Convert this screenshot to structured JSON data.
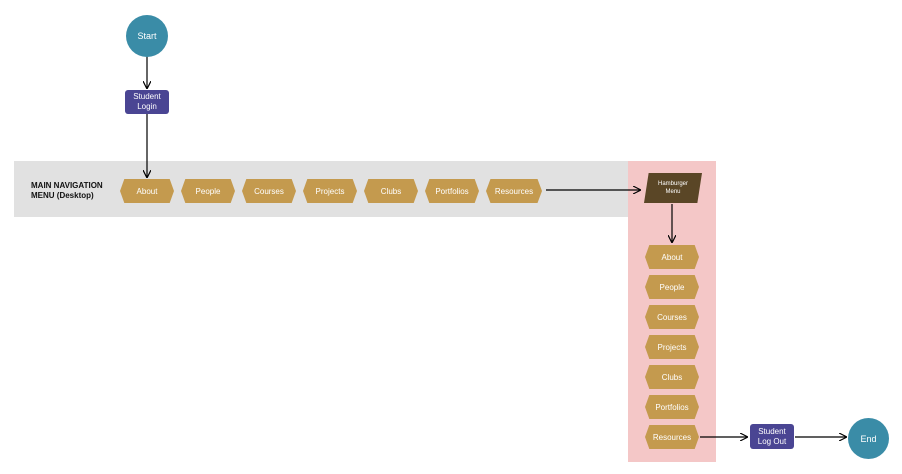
{
  "start_label": "Start",
  "end_label": "End",
  "login_label": "Student\nLogin",
  "logout_label": "Student\nLog Out",
  "nav_title": "MAIN NAVIGATION\nMENU (Desktop)",
  "hamburger_label": "Hamburger\nMenu",
  "desktop_items": [
    "About",
    "People",
    "Courses",
    "Projects",
    "Clubs",
    "Portfolios",
    "Resources"
  ],
  "mobile_items": [
    "About",
    "People",
    "Courses",
    "Projects",
    "Clubs",
    "Portfolios",
    "Resources"
  ],
  "colors": {
    "terminal": "#3a8ca7",
    "process": "#4a4593",
    "menu_item": "#c49a4e",
    "hamburger": "#5a4626",
    "desktop_band": "#e1e1e1",
    "mobile_band": "#f4c7c7"
  }
}
